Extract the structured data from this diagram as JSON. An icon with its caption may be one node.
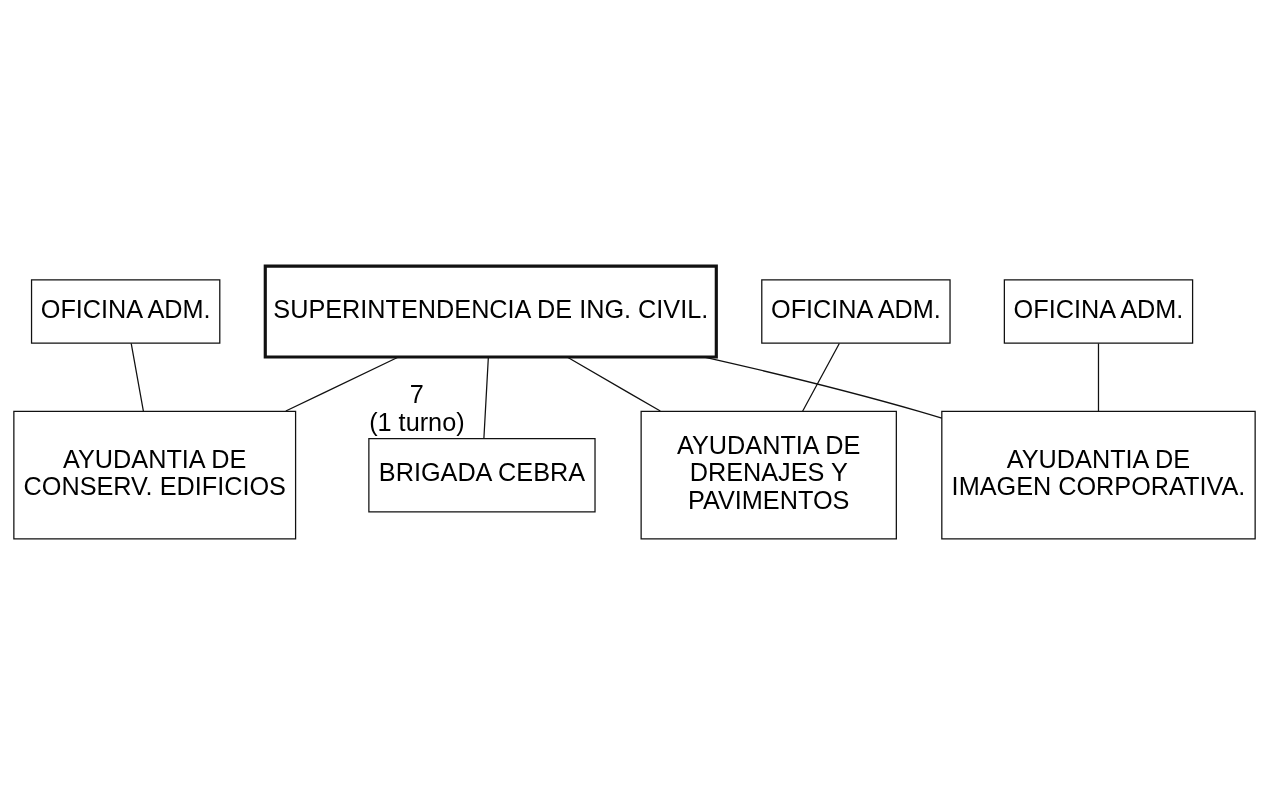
{
  "diagram": {
    "nodes": [
      {
        "text": [
          "SUPERINTENDENCIA DE ING. CIVIL."
        ]
      },
      {
        "text": [
          "BRIGADA CEBRA"
        ],
        "beside": [
          "7",
          "(1 turno)"
        ]
      },
      {
        "text": [
          "OFICINA ADM."
        ]
      },
      {
        "text": [
          "OFICINA ADM."
        ]
      },
      {
        "text": [
          "OFICINA ADM."
        ]
      },
      {
        "text": [
          "AYUDANTIA DE CONSERV. EDIFICIOS"
        ]
      },
      {
        "text": [
          "AYUDANTIA DE DRENAJES Y PAVIMENTOS"
        ]
      },
      {
        "text": [
          "AYUDANTIA DE IMAGEN CORPORATIVA."
        ]
      }
    ],
    "edges": [
      {
        "from": 0,
        "to": 1,
        "arrow": "none"
      },
      {
        "from": 0,
        "to": 5,
        "arrow": "none"
      },
      {
        "from": 0,
        "to": 6,
        "arrow": "none"
      },
      {
        "from": 0,
        "to": 7,
        "arrow": "none"
      },
      {
        "from": 2,
        "to": 5,
        "arrow": "none"
      },
      {
        "from": 3,
        "to": 6,
        "arrow": "none"
      },
      {
        "from": 4,
        "to": 7,
        "arrow": "none"
      }
    ]
  }
}
